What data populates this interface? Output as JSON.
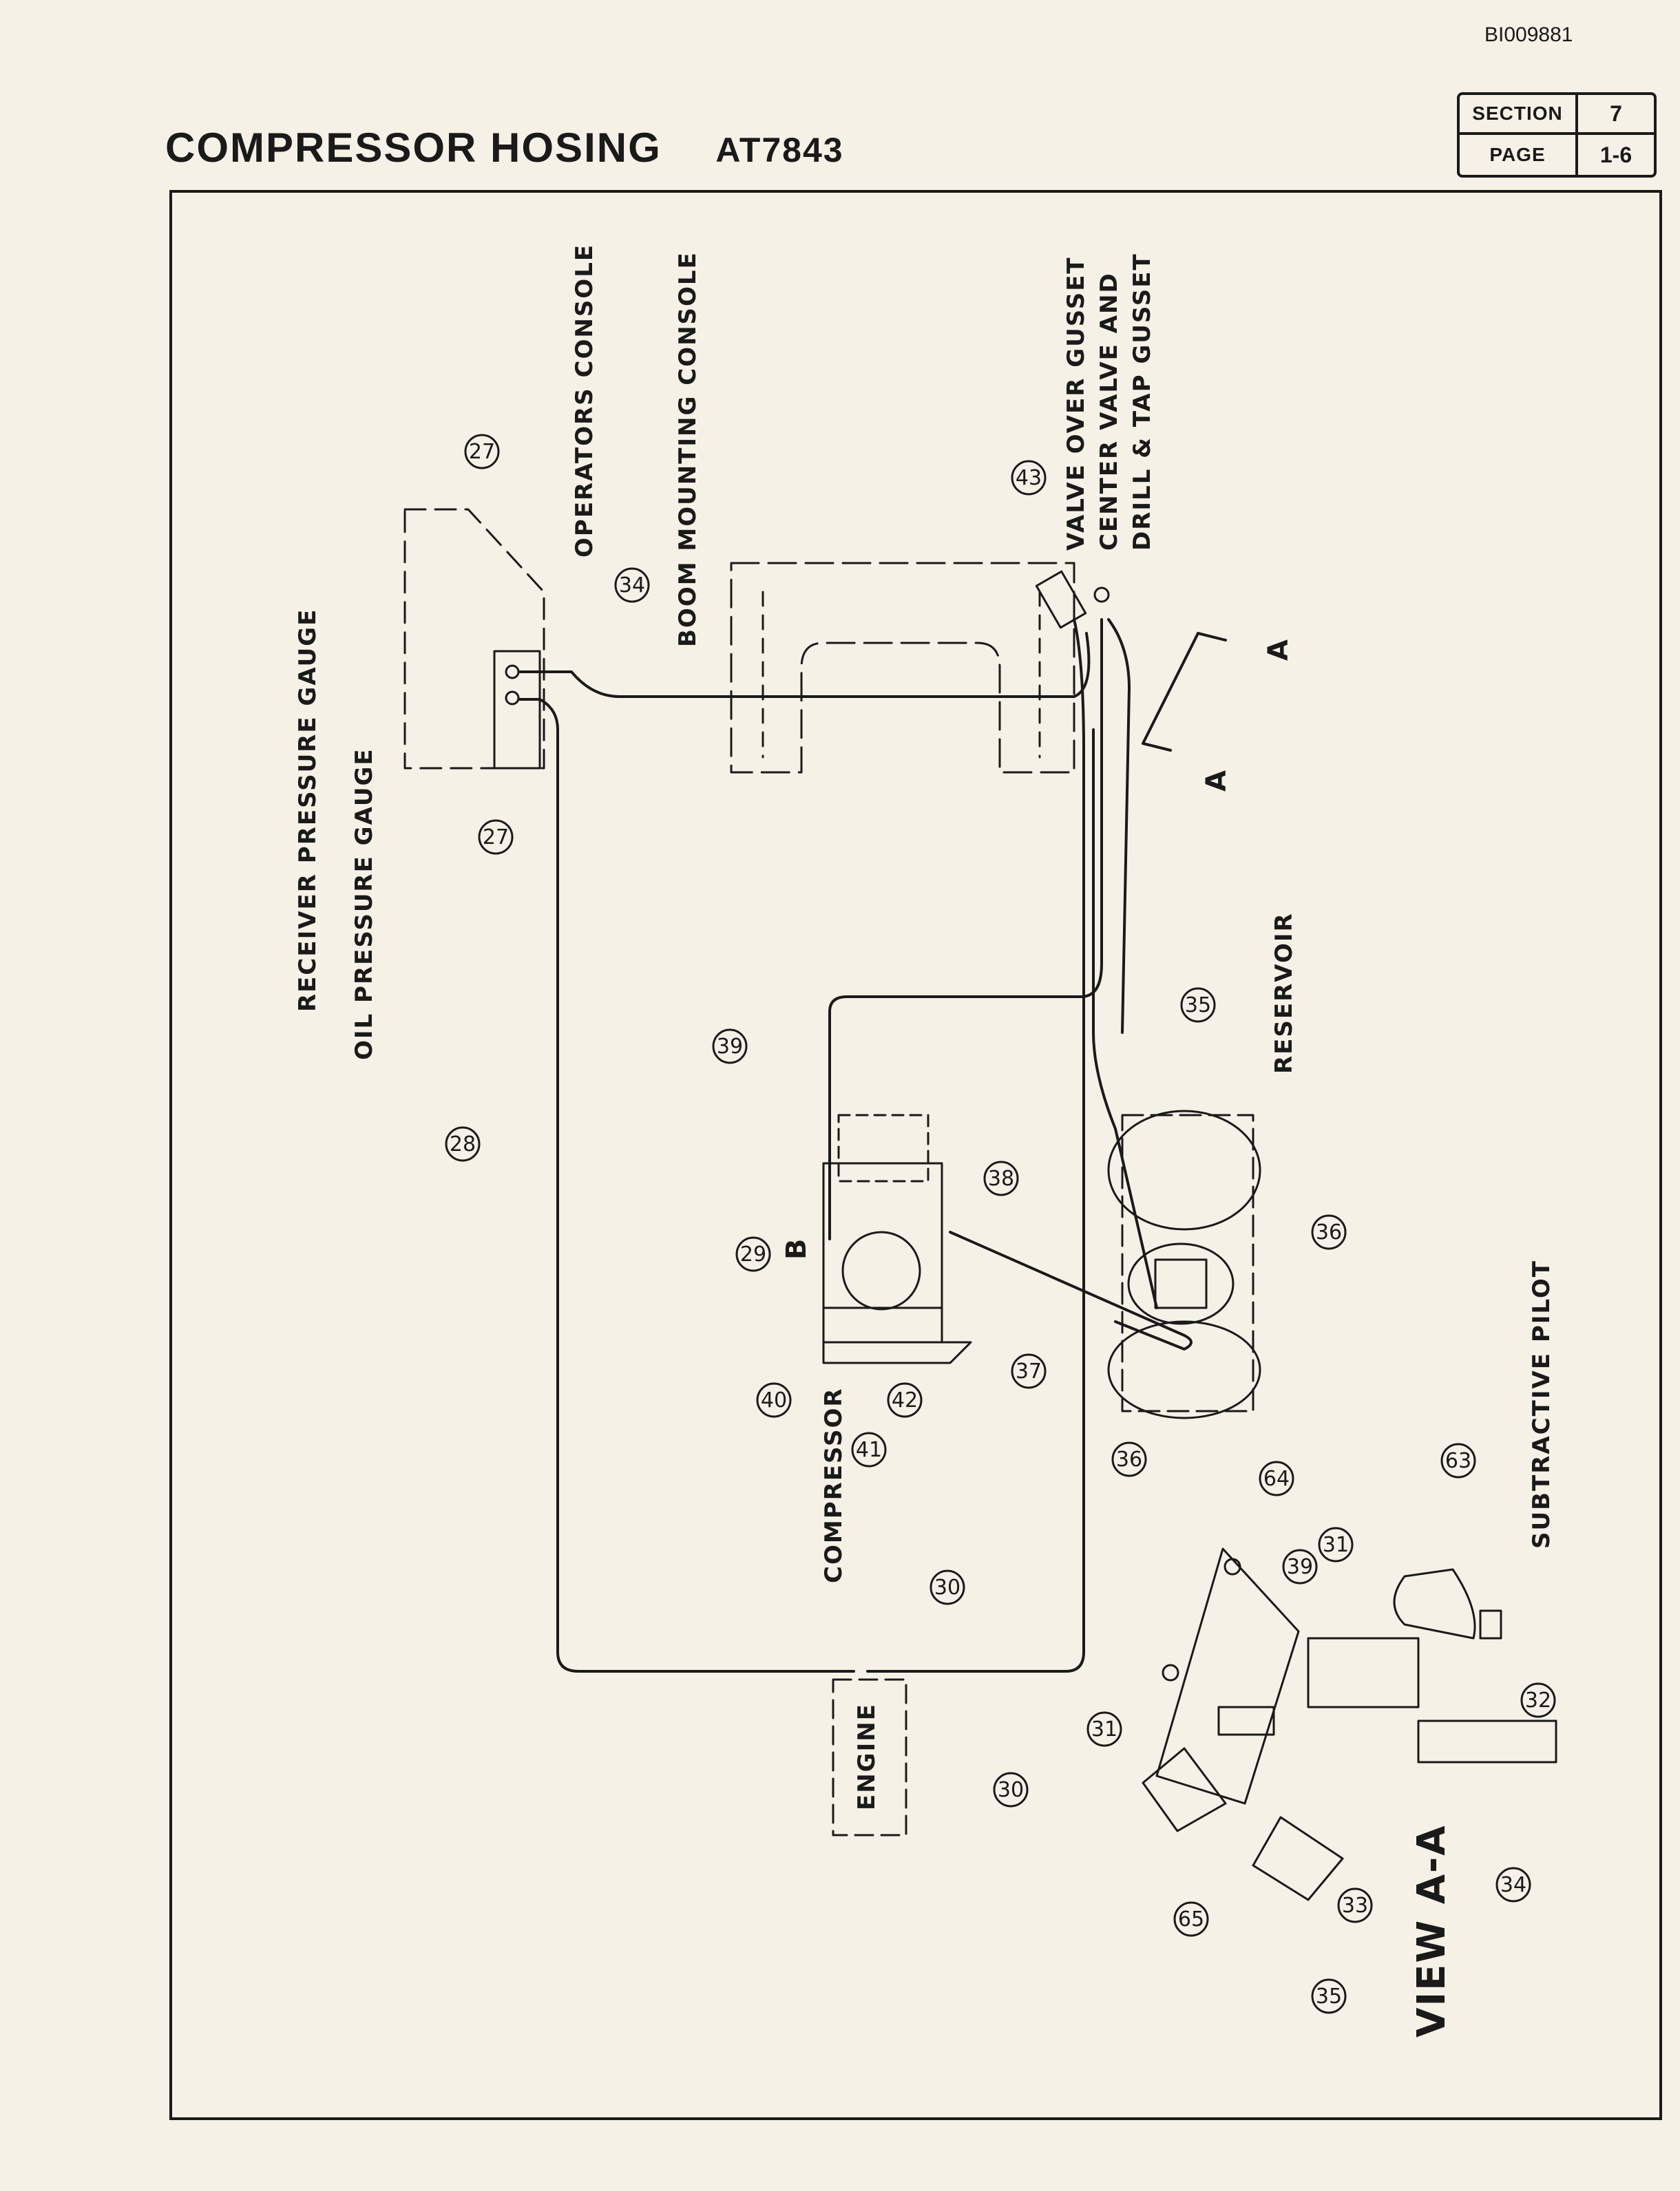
{
  "doc_id": "BI009881",
  "title": "COMPRESSOR HOSING",
  "model": "AT7843",
  "section_box": {
    "section_label": "SECTION",
    "section_value": "7",
    "page_label": "PAGE",
    "page_value": "1-6"
  },
  "labels": {
    "receiver_gauge": "RECEIVER PRESSURE GAUGE",
    "oil_gauge": "OIL PRESSURE GAUGE",
    "operators_console": "OPERATORS CONSOLE",
    "boom_console": "BOOM MOUNTING CONSOLE",
    "valve_note_1": "VALVE OVER GUSSET",
    "valve_note_2": "CENTER VALVE AND",
    "valve_note_3": "DRILL & TAP GUSSET",
    "reservoir": "RESERVOIR",
    "compressor": "COMPRESSOR",
    "engine": "ENGINE",
    "subtractive_pilot": "SUBTRACTIVE PILOT",
    "view_aa": "VIEW A-A",
    "section_a": "A",
    "detail_b": "B"
  },
  "callouts": {
    "c27a": "27",
    "c27b": "27",
    "c34": "34",
    "c43": "43",
    "c28": "28",
    "c39": "39",
    "c35": "35",
    "c38": "38",
    "c29": "29",
    "c36a": "36",
    "c36b": "36",
    "c40": "40",
    "c41": "41",
    "c42": "42",
    "c37": "37",
    "c30": "30",
    "c64": "64",
    "c63": "63",
    "c39v": "39",
    "c31a": "31",
    "c31b": "31",
    "c32": "32",
    "c30v": "30",
    "c65": "65",
    "c33": "33",
    "c34v": "34",
    "c35v": "35"
  }
}
